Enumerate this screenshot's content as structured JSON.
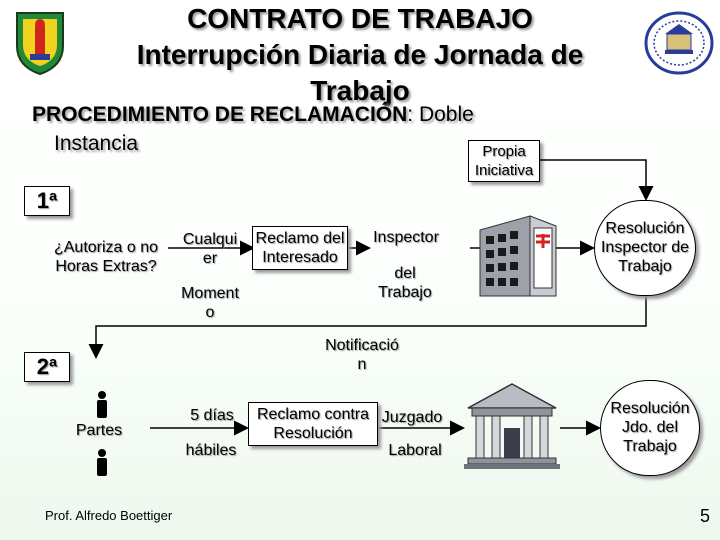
{
  "title_line1": "CONTRATO DE TRABAJO",
  "title_line2": "Interrupción Diaria de Jornada de",
  "title_line3": "Trabajo",
  "procedure_bold": "PROCEDIMIENTO DE RECLAMACIÓN",
  "procedure_rest": ": Doble",
  "procedure_line2": "Instancia",
  "instance1": "1ª",
  "instance2": "2ª",
  "propia_iniciativa": [
    "Propia",
    "Iniciativa"
  ],
  "stage1": {
    "autoriza": [
      "¿Autoriza o no",
      "Horas Extras?"
    ],
    "cualquier": [
      "Cualqui",
      "er"
    ],
    "momento": [
      "Moment",
      "o"
    ],
    "reclamo": [
      "Reclamo del",
      "Interesado"
    ],
    "inspector": "Inspector",
    "del_trabajo": [
      "del",
      "Trabajo"
    ],
    "resolucion_inspector": [
      "Resolución",
      "Inspector de",
      "Trabajo"
    ]
  },
  "notificacion": [
    "Notificació",
    "n"
  ],
  "stage2": {
    "partes": "Partes",
    "cinco_dias": "5 días",
    "habiles": "hábiles",
    "reclamo_contra": [
      "Reclamo contra",
      "Resolución"
    ],
    "juzgado": "Juzgado",
    "laboral": "Laboral",
    "resolucion_juzgado": [
      "Resolución",
      "Jdo. del",
      "Trabajo"
    ]
  },
  "footer": "Prof. Alfredo Boettiger",
  "page_number": "5",
  "colors": {
    "logo_green": "#1e8a3a",
    "logo_yellow": "#f2d21a",
    "logo_blue": "#2a3c9a",
    "building": "#b9bcc4"
  }
}
